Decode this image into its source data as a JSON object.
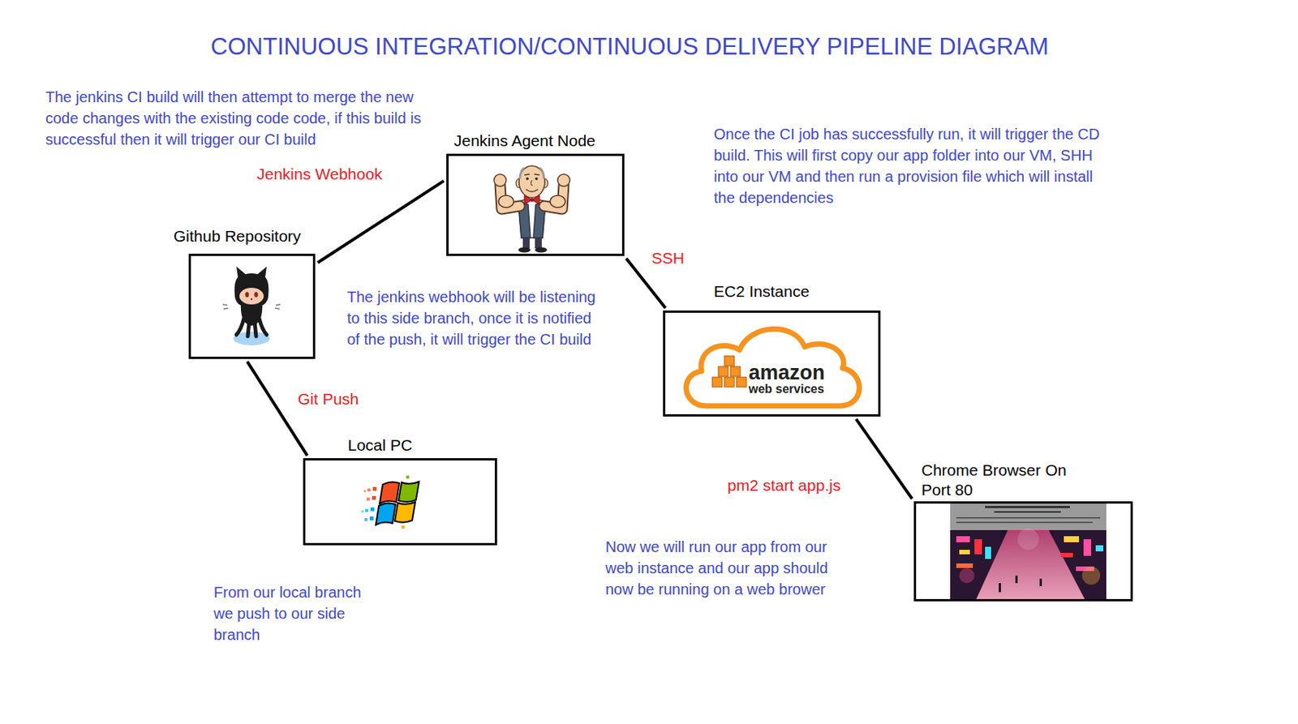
{
  "diagram": {
    "title": "CONTINUOUS INTEGRATION/CONTINUOUS DELIVERY PIPELINE DIAGRAM",
    "nodes": [
      {
        "text": [
          "Jenkins Agent Node"
        ]
      },
      {
        "text": [
          "Github Repository"
        ]
      },
      {
        "text": [
          "EC2 Instance",
          "amazon web services"
        ]
      },
      {
        "text": [
          "Local PC"
        ]
      },
      {
        "text": [
          "Chrome Browser On Port 80"
        ]
      }
    ],
    "edges": [
      {
        "from": 3,
        "to": 1,
        "arrow": "none",
        "label": "Git Push"
      },
      {
        "from": 1,
        "to": 0,
        "arrow": "none",
        "label": "Jenkins Webhook"
      },
      {
        "from": 0,
        "to": 2,
        "arrow": "none",
        "label": "SSH"
      },
      {
        "from": 2,
        "to": 4,
        "arrow": "none",
        "label": "pm2 start app.js"
      }
    ],
    "labels": [
      "The jenkins CI build will then attempt to merge the new code changes with the existing code code, if this build is successful then it will trigger our CI build",
      "Once the CI job has successfully run, it will trigger the CD build. This will first copy our app folder into our VM, SHH into our VM and then run a provision file which will install the dependencies",
      "The jenkins webhook will be listening to this side branch, once it is notified of the push, it will trigger the CI build",
      "Now we will run our app from our web instance and our app should now be running on a web brower",
      "From our local branch we push to our side branch"
    ]
  }
}
